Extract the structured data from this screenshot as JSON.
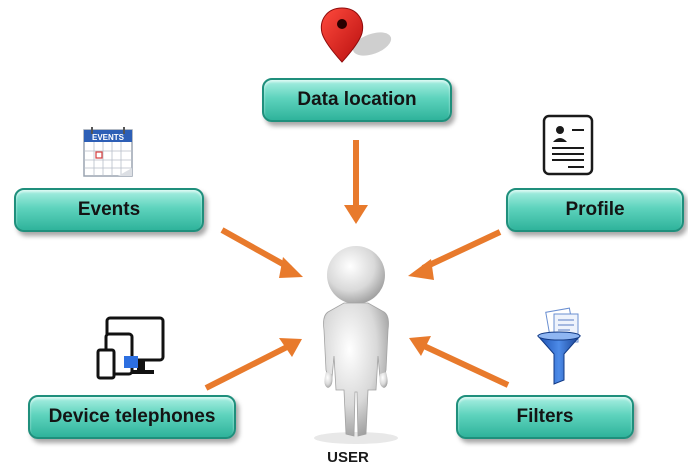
{
  "nodes": {
    "data_location": {
      "label": "Data location",
      "icon": "map-pin-icon"
    },
    "events": {
      "label": "Events",
      "icon": "calendar-icon",
      "icon_text": "EVENTS"
    },
    "profile": {
      "label": "Profile",
      "icon": "profile-document-icon"
    },
    "device": {
      "label": "Device telephones",
      "icon": "devices-icon"
    },
    "filters": {
      "label": "Filters",
      "icon": "funnel-filter-icon"
    }
  },
  "center": {
    "label": "USER",
    "icon": "user-figure-icon"
  },
  "colors": {
    "box": "#5ed3bd",
    "box_border": "#1f8f7c",
    "arrow": "#e87a2c",
    "pin": "#d61a1a"
  }
}
